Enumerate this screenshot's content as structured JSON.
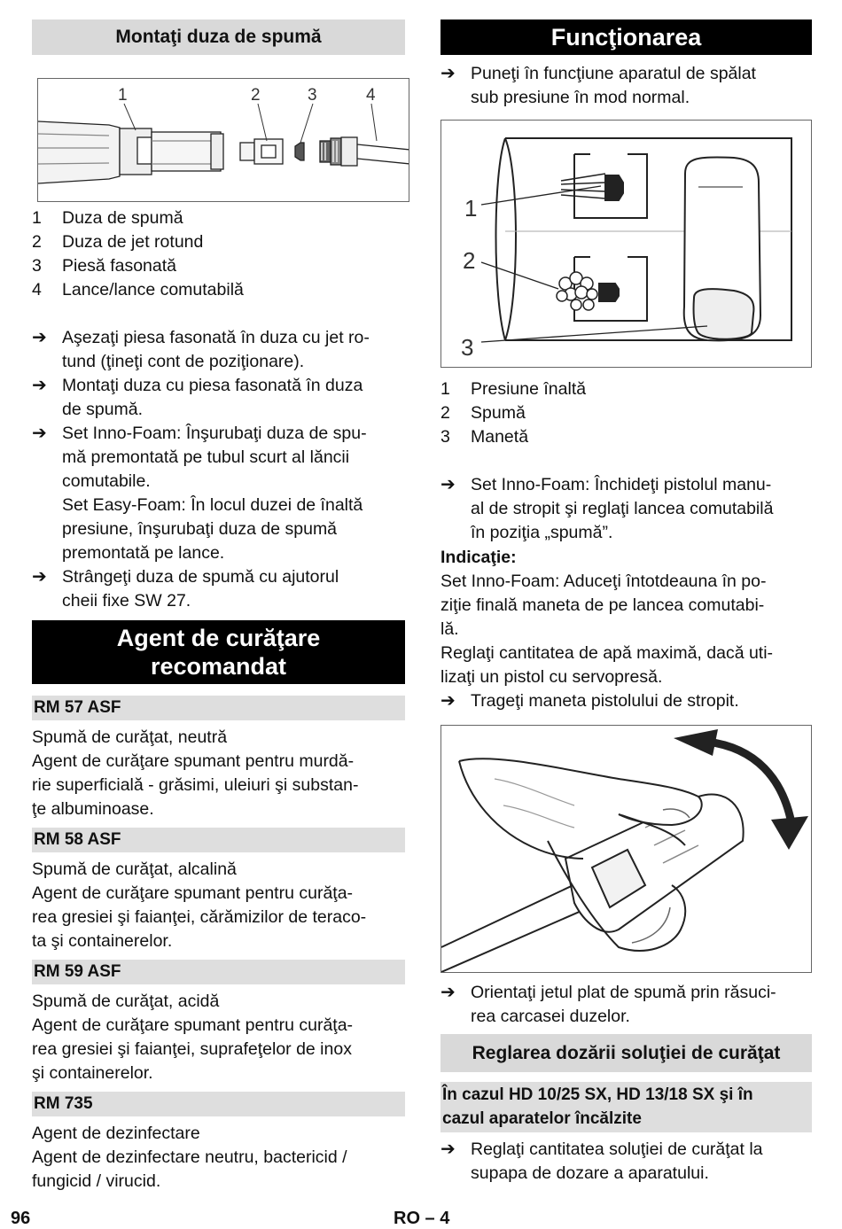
{
  "left": {
    "heading_mount": "Montaţi duza de spumă",
    "fig1_callouts": [
      "1",
      "2",
      "3",
      "4"
    ],
    "parts_list": [
      {
        "num": "1",
        "label": "Duza de spumă"
      },
      {
        "num": "2",
        "label": "Duza de jet rotund"
      },
      {
        "num": "3",
        "label": "Piesă fasonată"
      },
      {
        "num": "4",
        "label": "Lance/lance comutabilă"
      }
    ],
    "steps": [
      {
        "lines": [
          "Aşezaţi piesa fasonată în duza cu jet ro-",
          "tund (ţineţi cont de poziţionare)."
        ]
      },
      {
        "lines": [
          "Montaţi duza cu piesa fasonată în duza",
          "de spumă."
        ]
      },
      {
        "lines": [
          "Set Inno-Foam: Înşurubaţi duza de spu-",
          "mă premontată pe tubul scurt al lăncii",
          "comutabile.",
          "Set Easy-Foam: În locul duzei de înaltă",
          "presiune, înşurubaţi duza de spumă",
          "premontată pe lance."
        ]
      },
      {
        "lines": [
          "Strângeţi duza de spumă cu ajutorul",
          "cheii fixe SW 27."
        ]
      }
    ],
    "heading_agent": [
      "Agent de curăţare",
      "recomandat"
    ],
    "agents": [
      {
        "code": "RM 57 ASF",
        "lines": [
          "Spumă de curăţat, neutră",
          "Agent de curăţare spumant pentru murdă-",
          "rie superficială - grăsimi, uleiuri şi substan-",
          "ţe albuminoase."
        ]
      },
      {
        "code": "RM 58 ASF",
        "lines": [
          "Spumă de curăţat, alcalină",
          "Agent de curăţare spumant pentru curăţa-",
          "rea gresiei şi faianţei, cărămizilor de teraco-",
          "ta şi containerelor."
        ]
      },
      {
        "code": "RM 59 ASF",
        "lines": [
          "Spumă de curăţat, acidă",
          "Agent de curăţare spumant pentru curăţa-",
          "rea gresiei şi faianţei, suprafeţelor de inox",
          "şi containerelor."
        ]
      },
      {
        "code": "RM 735",
        "lines": [
          "Agent de dezinfectare",
          "Agent de dezinfectare neutru, bactericid /",
          "fungicid / virucid."
        ]
      }
    ]
  },
  "right": {
    "heading_func": "Funcţionarea",
    "step_start": [
      "Puneţi în funcţiune aparatul de spălat",
      "sub presiune în mod normal."
    ],
    "fig2_callouts": [
      "1",
      "2",
      "3"
    ],
    "modes_list": [
      {
        "num": "1",
        "label": "Presiune înaltă"
      },
      {
        "num": "2",
        "label": "Spumă"
      },
      {
        "num": "3",
        "label": "Manetă"
      }
    ],
    "step_inno": [
      "Set Inno-Foam: Închideţi pistolul manu-",
      "al de stropit şi reglaţi lancea comutabilă",
      "în poziţia „spumă”."
    ],
    "note_title": "Indicaţie:",
    "note_lines": [
      "Set Inno-Foam: Aduceţi întotdeauna în po-",
      "ziţie finală maneta de pe lancea comutabi-",
      "lă.",
      "Reglaţi cantitatea de apă maximă, dacă uti-",
      "lizaţi un pistol cu servopresă."
    ],
    "step_pull": "Trageţi maneta pistolului de stropit.",
    "step_orient": [
      "Orientaţi jetul plat de spumă prin răsuci-",
      "rea carcasei duzelor."
    ],
    "heading_dose": "Reglarea dozării soluţiei de curăţat",
    "subheading_models": [
      "În cazul HD 10/25 SX, HD 13/18 SX şi în",
      "cazul aparatelor încălzite"
    ],
    "step_dose": [
      "Reglaţi cantitatea soluţiei de curăţat la",
      "supapa de dozare a aparatului."
    ]
  },
  "footer": {
    "page_number": "96",
    "section": "RO – 4"
  }
}
